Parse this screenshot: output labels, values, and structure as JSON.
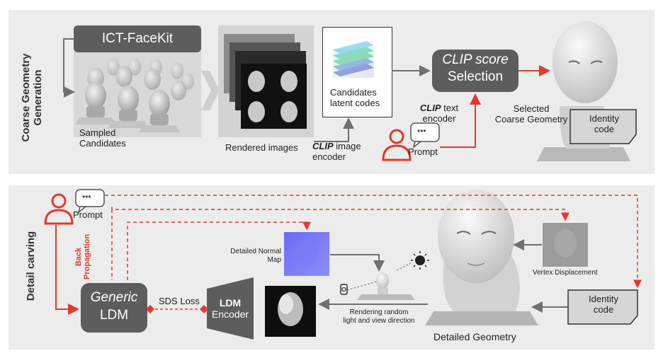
{
  "top": {
    "side_label_line1": "Coarse Geometry",
    "side_label_line2": "Generation",
    "facekit_label": "ICT-FaceKit",
    "sampled_line1": "Sampled",
    "sampled_line2": "Candidates",
    "rendered_label": "Rendered images",
    "clip_image_enc_1": "CLIP",
    "clip_image_enc_2": " image",
    "clip_image_enc_3": "encoder",
    "candidates_line1": "Candidates",
    "candidates_line2": "latent codes",
    "clip_score_line1": "CLIP score",
    "clip_score_line2": "Selection",
    "clip_text_enc_1": "CLIP",
    "clip_text_enc_2": " text",
    "clip_text_enc_3": "encoder",
    "prompt_label": "Prompt",
    "selected_line1": "Selected",
    "selected_line2": "Coarse Geometry",
    "identity_line1": "Identity",
    "identity_line2": "code",
    "bubble_dots": "•••"
  },
  "bottom": {
    "side_label": "Detail carving",
    "prompt_label": "Prompt",
    "backprop_line1": "Back",
    "backprop_line2": "Propagation",
    "ldm_line1": "Generic",
    "ldm_line2": "LDM",
    "sds_label": "SDS Loss",
    "encoder_line1": "LDM",
    "encoder_line2": "Encoder",
    "normal_map_line1": "Detailed Normal",
    "normal_map_line2": "Map",
    "rendering_line1": "Rendering random",
    "rendering_line2": "light and view direction",
    "detailed_geometry": "Detailed Geometry",
    "vertex_disp": "Vertex Displacement",
    "identity_line1": "Identity",
    "identity_line2": "code",
    "bubble_dots": "•••"
  },
  "colors": {
    "red_accent": "#e5382b",
    "dark_box": "#5d5d5d",
    "panel_bg": "#ececec",
    "arrow_gray": "#707070"
  }
}
